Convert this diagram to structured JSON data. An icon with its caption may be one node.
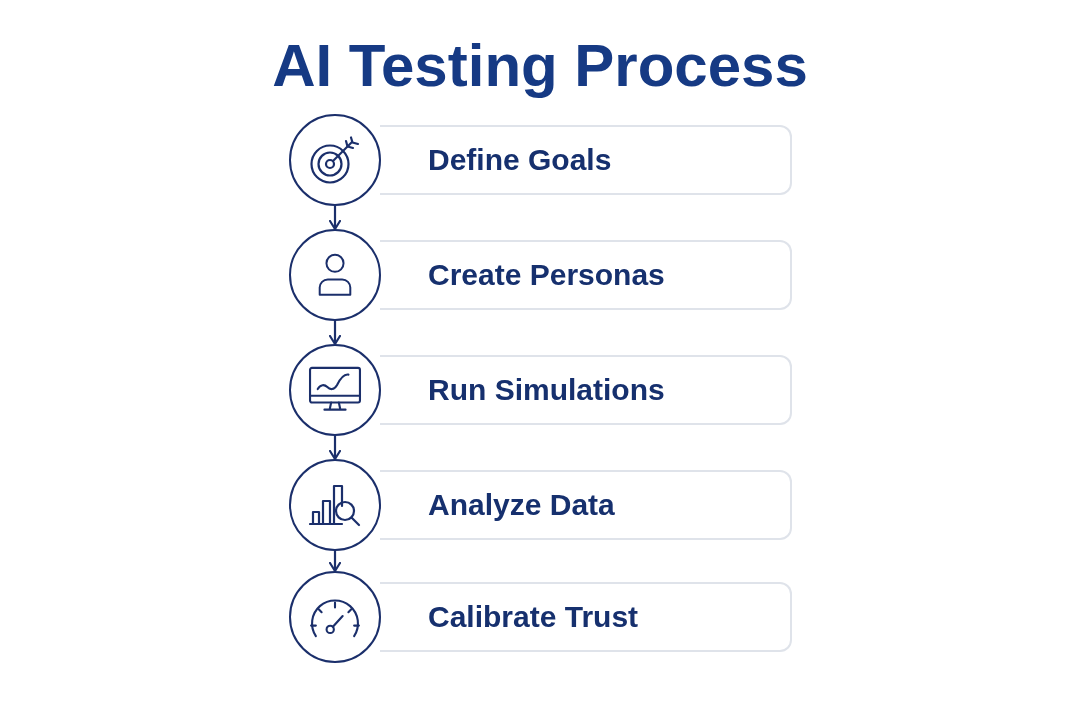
{
  "diagram": {
    "title": "AI Testing Process",
    "nodes": [
      {
        "text": [],
        "shape": "circle"
      },
      {
        "text": [
          "Define Goals"
        ]
      },
      {
        "text": [],
        "shape": "circle"
      },
      {
        "text": [
          "Create Personas"
        ]
      },
      {
        "text": [],
        "shape": "circle"
      },
      {
        "text": [
          "Run Simulations"
        ]
      },
      {
        "text": [],
        "shape": "circle"
      },
      {
        "text": [
          "Analyze Data"
        ]
      },
      {
        "text": [],
        "shape": "circle"
      },
      {
        "text": [
          "Calibrate Trust"
        ]
      }
    ],
    "edges": [
      {
        "from": 0,
        "to": 2,
        "arrow": "to"
      },
      {
        "from": 2,
        "to": 4,
        "arrow": "to"
      },
      {
        "from": 4,
        "to": 6,
        "arrow": "to"
      },
      {
        "from": 6,
        "to": 8,
        "arrow": "to"
      }
    ]
  }
}
